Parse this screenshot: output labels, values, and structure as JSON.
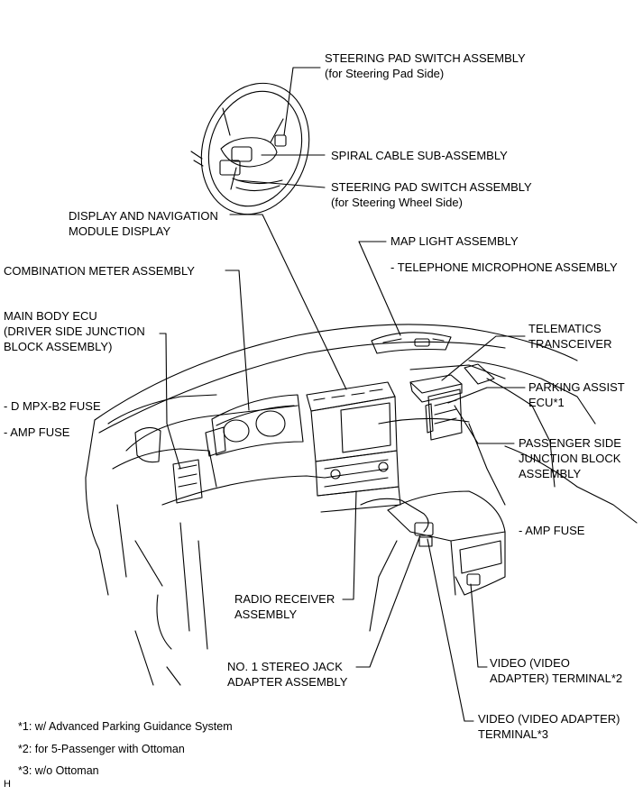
{
  "labels": {
    "steering_pad_switch_pad": {
      "line1": "STEERING PAD SWITCH ASSEMBLY",
      "line2": "(for Steering Pad Side)"
    },
    "spiral_cable": {
      "line1": "SPIRAL CABLE SUB-ASSEMBLY"
    },
    "steering_pad_switch_wheel": {
      "line1": "STEERING PAD SWITCH ASSEMBLY",
      "line2": "(for Steering Wheel Side)"
    },
    "display_navigation": {
      "line1": "DISPLAY AND NAVIGATION",
      "line2": "MODULE DISPLAY"
    },
    "map_light": {
      "line1": "MAP LIGHT ASSEMBLY"
    },
    "telephone_microphone": {
      "line1": "- TELEPHONE MICROPHONE ASSEMBLY"
    },
    "combination_meter": {
      "line1": "COMBINATION METER ASSEMBLY"
    },
    "main_body_ecu": {
      "line1": "MAIN BODY ECU",
      "line2": "(DRIVER SIDE JUNCTION",
      "line3": "BLOCK ASSEMBLY)"
    },
    "telematics": {
      "line1": "TELEMATICS",
      "line2": "TRANSCEIVER"
    },
    "parking_assist": {
      "line1": "PARKING ASSIST",
      "line2": "ECU*1"
    },
    "d_mpx_fuse": {
      "line1": "- D MPX-B2 FUSE"
    },
    "amp_fuse_left": {
      "line1": "- AMP FUSE"
    },
    "passenger_junction": {
      "line1": "PASSENGER SIDE",
      "line2": "JUNCTION BLOCK",
      "line3": "ASSEMBLY"
    },
    "amp_fuse_right": {
      "line1": "- AMP FUSE"
    },
    "radio_receiver": {
      "line1": "RADIO RECEIVER",
      "line2": "ASSEMBLY"
    },
    "stereo_jack": {
      "line1": "NO. 1 STEREO JACK",
      "line2": "ADAPTER ASSEMBLY"
    },
    "video_terminal_2": {
      "line1": "VIDEO (VIDEO",
      "line2": "ADAPTER) TERMINAL*2"
    },
    "video_terminal_3": {
      "line1": "VIDEO (VIDEO ADAPTER)",
      "line2": "TERMINAL*3"
    }
  },
  "footnotes": {
    "n1": "*1: w/ Advanced Parking Guidance System",
    "n2": "*2: for 5-Passenger with Ottoman",
    "n3": "*3: w/o Ottoman"
  },
  "corner_mark": "H"
}
